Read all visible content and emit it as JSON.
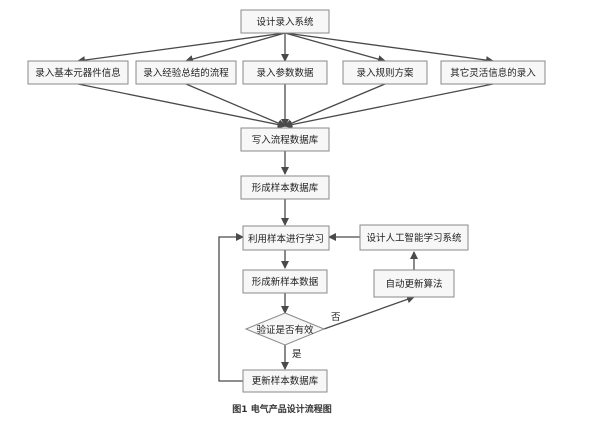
{
  "diagram": {
    "nodes": {
      "input_system": "设计录入系统",
      "input_basic": "录入基本元器件信息",
      "input_experience": "录入经验总结的流程",
      "input_params": "录入参数数据",
      "input_rules": "录入规则方案",
      "input_other": "其它灵活信息的录入",
      "write_db": "写入流程数据库",
      "form_sample_db": "形成样本数据库",
      "learn": "利用样本进行学习",
      "ai_system": "设计人工智能学习系统",
      "new_sample": "形成新样本数据",
      "auto_update": "自动更新算法",
      "verify": "验证是否有效",
      "update_db": "更新样本数据库"
    },
    "labels": {
      "no": "否",
      "yes": "是"
    },
    "caption": "图1  电气产品设计流程图"
  }
}
